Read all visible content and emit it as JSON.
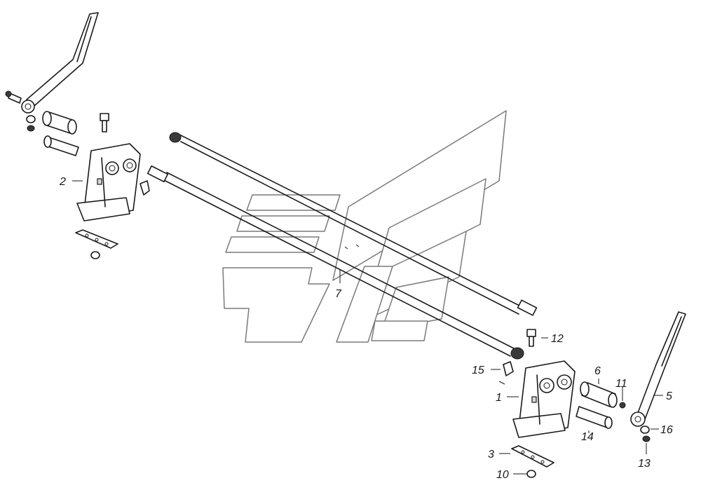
{
  "labels": {
    "part_1": "1",
    "part_2": "2",
    "part_3": "3",
    "part_5": "5",
    "part_6": "6",
    "part_7": "7",
    "part_10": "10",
    "part_11": "11",
    "part_12": "12",
    "part_13": "13",
    "part_14": "14",
    "part_15": "15",
    "part_16": "16"
  },
  "colors": {
    "line": "#1a1a1a",
    "watermark": "#7a7a7a",
    "background": "#ffffff"
  }
}
